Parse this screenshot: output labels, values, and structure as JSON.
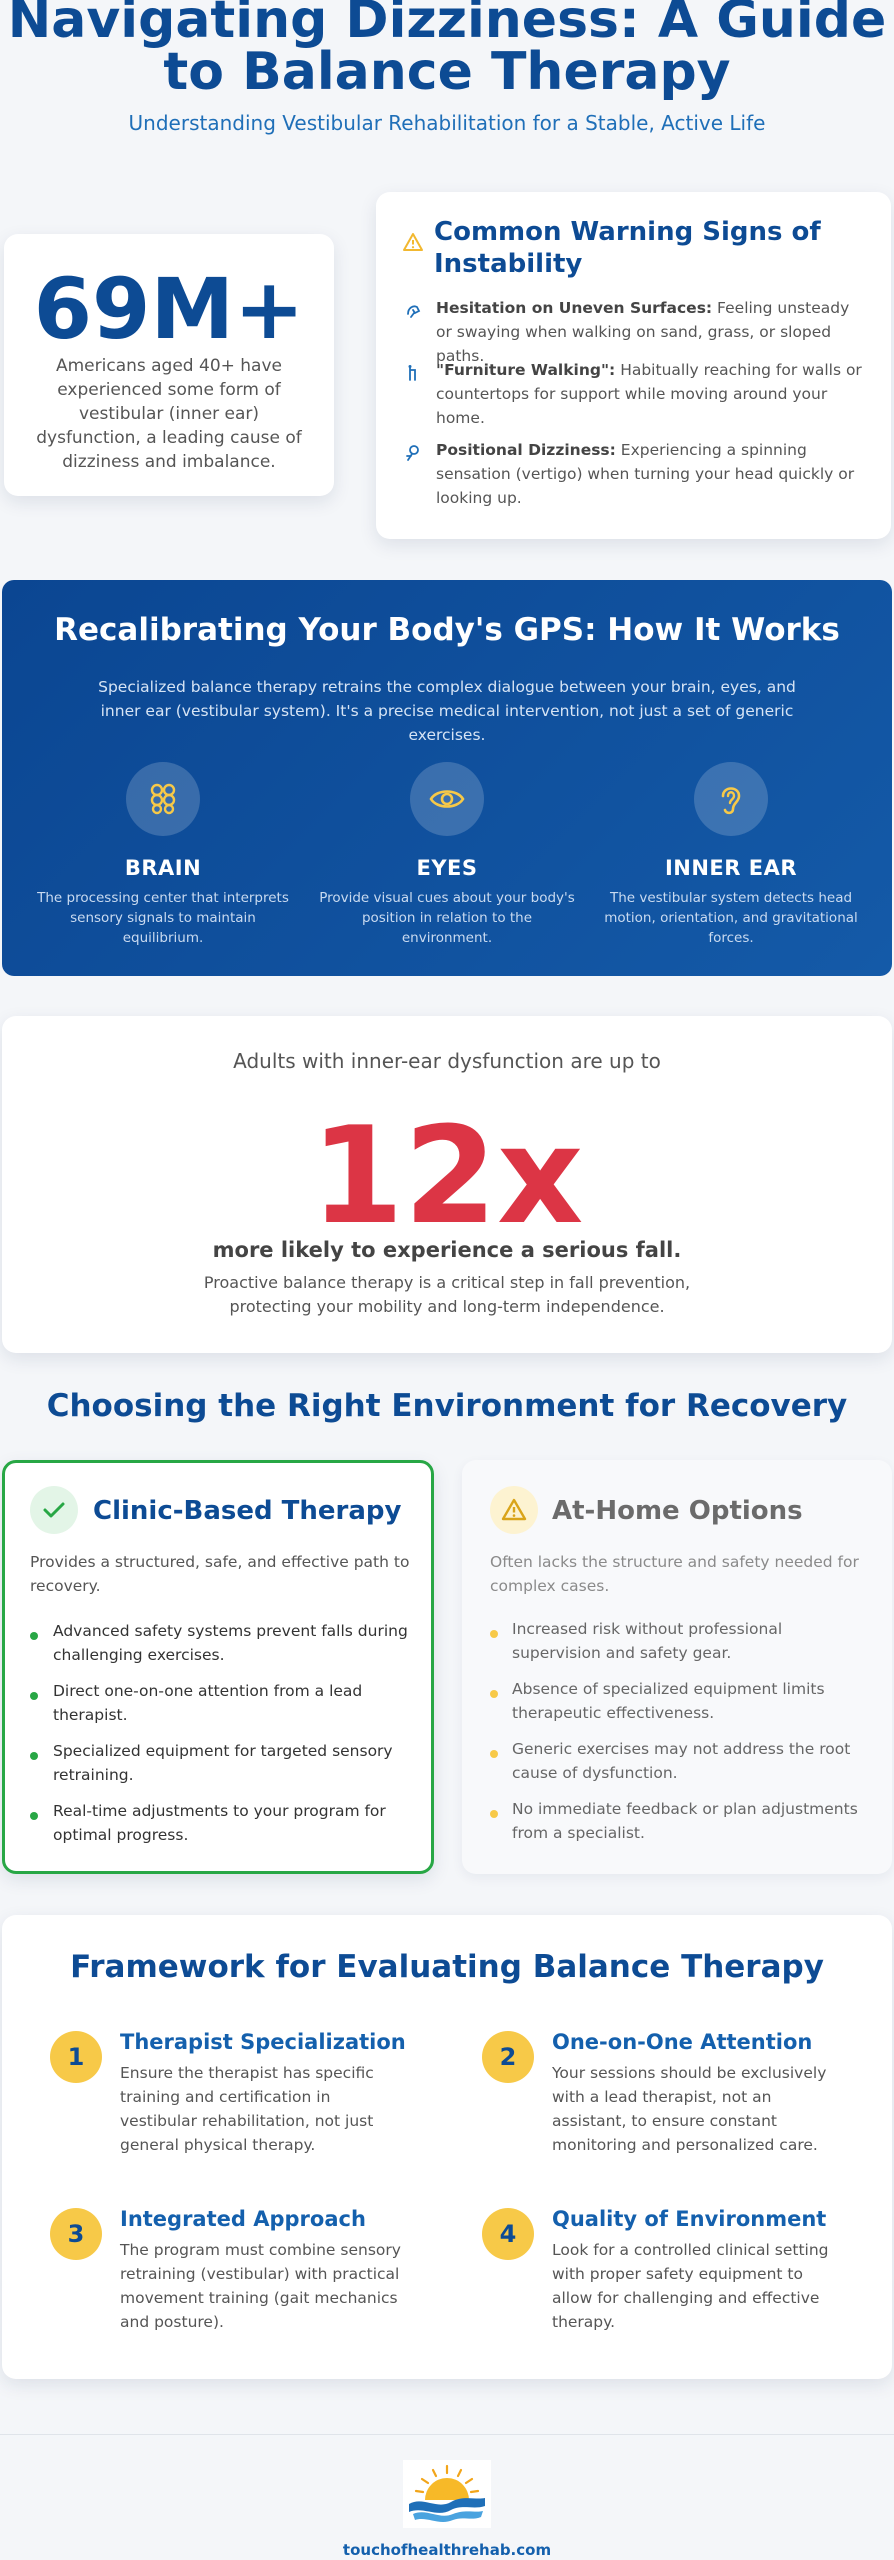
{
  "header": {
    "title": "Navigating Dizziness: A Guide to Balance Therapy",
    "subtitle": "Understanding Vestibular Rehabilitation for a Stable, Active Life"
  },
  "stat": {
    "number": "69M+",
    "text": "Americans aged 40+ have experienced some form of vestibular (inner ear) dysfunction, a leading cause of dizziness and imbalance."
  },
  "warnings": {
    "title": "Common Warning Signs of Instability",
    "items": [
      {
        "icon": "person-walking-icon",
        "bold": "Hesitation on Uneven Surfaces:",
        "text": " Feeling unsteady or swaying when walking on sand, grass, or sloped paths."
      },
      {
        "icon": "hand-reaching-icon",
        "bold": "\"Furniture Walking\":",
        "text": " Habitually reaching for walls or countertops for support while moving around your home."
      },
      {
        "icon": "head-spinning-icon",
        "bold": "Positional Dizziness:",
        "text": " Experiencing a spinning sensation (vertigo) when turning your head quickly or looking up."
      }
    ]
  },
  "gps": {
    "title": "Recalibrating Your Body's GPS: How It Works",
    "description": "Specialized balance therapy retrains the complex dialogue between your brain, eyes, and inner ear (vestibular system). It's a precise medical intervention, not just a set of generic exercises.",
    "columns": [
      {
        "icon": "brain-icon",
        "title": "BRAIN",
        "text": "The processing center that interprets sensory signals to maintain equilibrium."
      },
      {
        "icon": "eye-icon",
        "title": "EYES",
        "text": "Provide visual cues about your body's position in relation to the environment."
      },
      {
        "icon": "ear-icon",
        "title": "INNER EAR",
        "text": "The vestibular system detects head motion, orientation, and gravitational forces."
      }
    ]
  },
  "risk": {
    "lead": "Adults with inner-ear dysfunction are up to",
    "number": "12x",
    "bold": "more likely to experience a serious fall.",
    "description": "Proactive balance therapy is a critical step in fall prevention, protecting your mobility and long-term independence."
  },
  "environment": {
    "title": "Choosing the Right Environment for Recovery",
    "clinic": {
      "title": "Clinic-Based Therapy",
      "description": "Provides a structured, safe, and effective path to recovery.",
      "items": [
        "Advanced safety systems prevent falls during challenging exercises.",
        "Direct one-on-one attention from a lead therapist.",
        "Specialized equipment for targeted sensory retraining.",
        "Real-time adjustments to your program for optimal progress."
      ],
      "accent": "#28a745"
    },
    "home": {
      "title": "At-Home Options",
      "description": "Often lacks the structure and safety needed for complex cases.",
      "items": [
        "Increased risk without professional supervision and safety gear.",
        "Absence of specialized equipment limits therapeutic effectiveness.",
        "Generic exercises may not address the root cause of dysfunction.",
        "No immediate feedback or plan adjustments from a specialist."
      ],
      "accent": "#f7c948"
    }
  },
  "framework": {
    "title": "Framework for Evaluating Balance Therapy",
    "items": [
      {
        "num": "1",
        "title": "Therapist Specialization",
        "text": "Ensure the therapist has specific training and certification in vestibular rehabilitation, not just general physical therapy."
      },
      {
        "num": "2",
        "title": "One-on-One Attention",
        "text": "Your sessions should be exclusively with a lead therapist, not an assistant, to ensure constant monitoring and personalized care."
      },
      {
        "num": "3",
        "title": "Integrated Approach",
        "text": "The program must combine sensory retraining (vestibular) with practical movement training (gait mechanics and posture)."
      },
      {
        "num": "4",
        "title": "Quality of Environment",
        "text": "Look for a controlled clinical setting with proper safety equipment to allow for challenging and effective therapy."
      }
    ]
  },
  "footer": {
    "url": "touchofhealthrehab.com",
    "logo": "sun-over-waves-logo"
  },
  "colors": {
    "primary": "#0d4b94",
    "accent_yellow": "#f7c948",
    "danger": "#dc3545",
    "success": "#28a745"
  }
}
